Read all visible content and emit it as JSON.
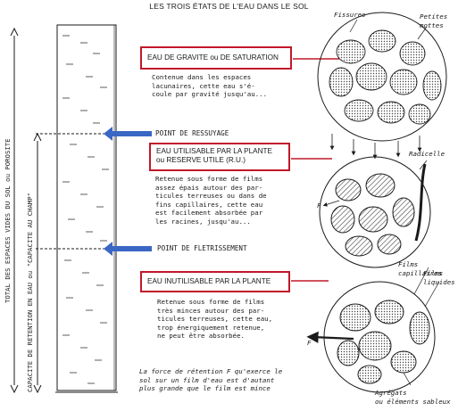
{
  "title": "LES TROIS ÉTATS DE L'EAU DANS LE SOL",
  "axis_labels": {
    "left": "TOTAL DES ESPACES VIDES DU SOL ou POROSITE",
    "inner": "CAPACITE DE RETENTION EN EAU ou \"CAPACITE AU CHAMP\""
  },
  "zones": [
    {
      "label": "EAU DE GRAVITE ou DE SATURATION",
      "description": "Contenue dans les espaces\nlacunaires, cette eau s'é-\ncoule par gravité jusqu'au..."
    },
    {
      "label": "EAU UTILISABLE PAR LA PLANTE\nou RESERVE UTILE (R.U.)",
      "description": "Retenue sous forme de films\nassez épais autour des par-\nticules terreuses ou dans de\nfins capillaires, cette eau\nest facilement absorbée par\nles racines, jusqu'au..."
    },
    {
      "label": "EAU INUTILISABLE PAR LA PLANTE",
      "description": "Retenue sous forme de films\ntrès minces autour des par-\nticules terreuses, cette eau,\ntrop énergiquement retenue,\nne peut être absorbée."
    }
  ],
  "markers": {
    "ressuyage": "POINT DE RESSUYAGE",
    "fletrissement": "POINT DE FLETRISSEMENT"
  },
  "footnote": "La force de rétention F qu'exerce le\nsol sur un film d'eau est d'autant\nplus grande que le film est mince",
  "circle_labels": {
    "fissures": "Fissures",
    "petites_mottes": "Petites\nmottes",
    "radicelle": "Radicelle",
    "force_f1": "F",
    "force_f2": "F",
    "films_capillaires": "Films\ncapillaires",
    "films_liquides": "Films\nliquides",
    "agregats": "Agrégats\nou éléments sableux"
  },
  "colors": {
    "box_border": "#c0182a",
    "arrow": "#3a67c4",
    "ink": "#1a1a1a"
  }
}
